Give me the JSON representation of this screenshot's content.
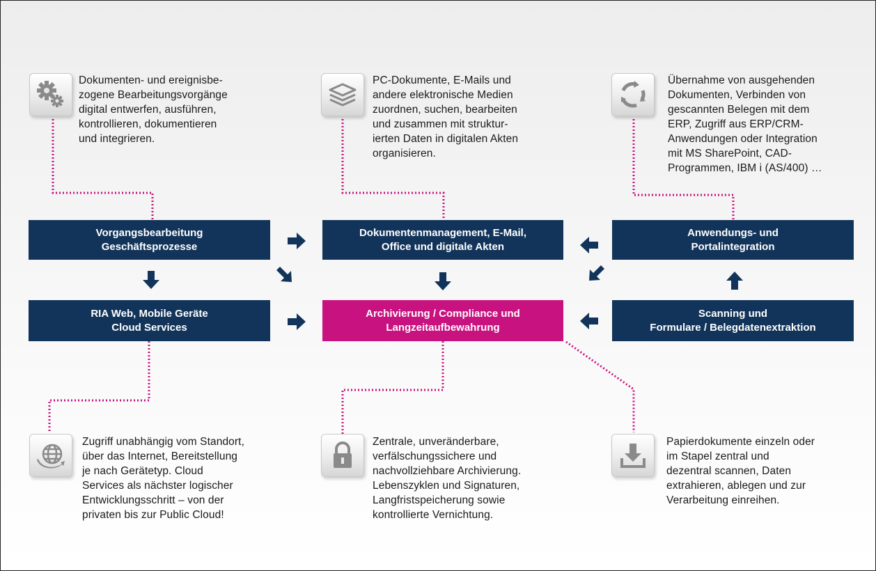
{
  "colors": {
    "navy": "#12345a",
    "magenta": "#c8127f",
    "connector": "#c8127f"
  },
  "boxes": {
    "vorgang": [
      "Vorgangsbearbeitung",
      "Geschäftsprozesse"
    ],
    "dms": [
      "Dokumentenmanagement, E-Mail,",
      "Office und digitale Akten"
    ],
    "anwendung": [
      "Anwendungs- und",
      "Portalintegration"
    ],
    "ria": [
      "RIA Web, Mobile Geräte",
      "Cloud Services"
    ],
    "archiv": [
      "Archivierung / Compliance und",
      "Langzeitaufbewahrung"
    ],
    "scanning": [
      "Scanning und",
      "Formulare / Belegdatenextraktion"
    ]
  },
  "descriptions": {
    "vorgang": [
      "Dokumenten- und ereignisbe-",
      "zogene Bearbeitungsvorgänge",
      "digital entwerfen, ausführen,",
      "kontrollieren, dokumentieren",
      "und integrieren."
    ],
    "dms": [
      "PC-Dokumente, E-Mails und",
      "andere elektronische Medien",
      "zuordnen, suchen, bearbeiten",
      "und zusammen mit struktur-",
      "ierten Daten in digitalen Akten",
      "organisieren."
    ],
    "anwendung": [
      "Übernahme von ausgehenden",
      "Dokumenten, Verbinden von",
      "gescannten Belegen mit dem",
      "ERP, Zugriff aus ERP/CRM-",
      "Anwendungen oder Integration",
      "mit MS SharePoint, CAD-",
      "Programmen, IBM i (AS/400) …"
    ],
    "ria": [
      "Zugriff unabhängig vom Standort,",
      "über das Internet, Bereitstellung",
      "je nach Gerätetyp. Cloud",
      "Services als nächster logischer",
      "Entwicklungsschritt – von der",
      "privaten bis zur Public Cloud!"
    ],
    "archiv": [
      "Zentrale, unveränderbare,",
      "verfälschungssichere und",
      "nachvollziehbare Archivierung.",
      "Lebenszyklen und Signaturen,",
      "Langfristspeicherung sowie",
      "kontrollierte Vernichtung."
    ],
    "scanning": [
      "Papierdokumente einzeln oder",
      "im Stapel zentral und",
      "dezentral scannen, Daten",
      "extrahieren, ablegen und zur",
      "Verarbeitung einreihen."
    ]
  },
  "icons": {
    "gears": "gears-icon",
    "layers": "layers-icon",
    "refresh": "refresh-icon",
    "globe": "globe-icon",
    "lock": "lock-icon",
    "download": "download-icon"
  }
}
